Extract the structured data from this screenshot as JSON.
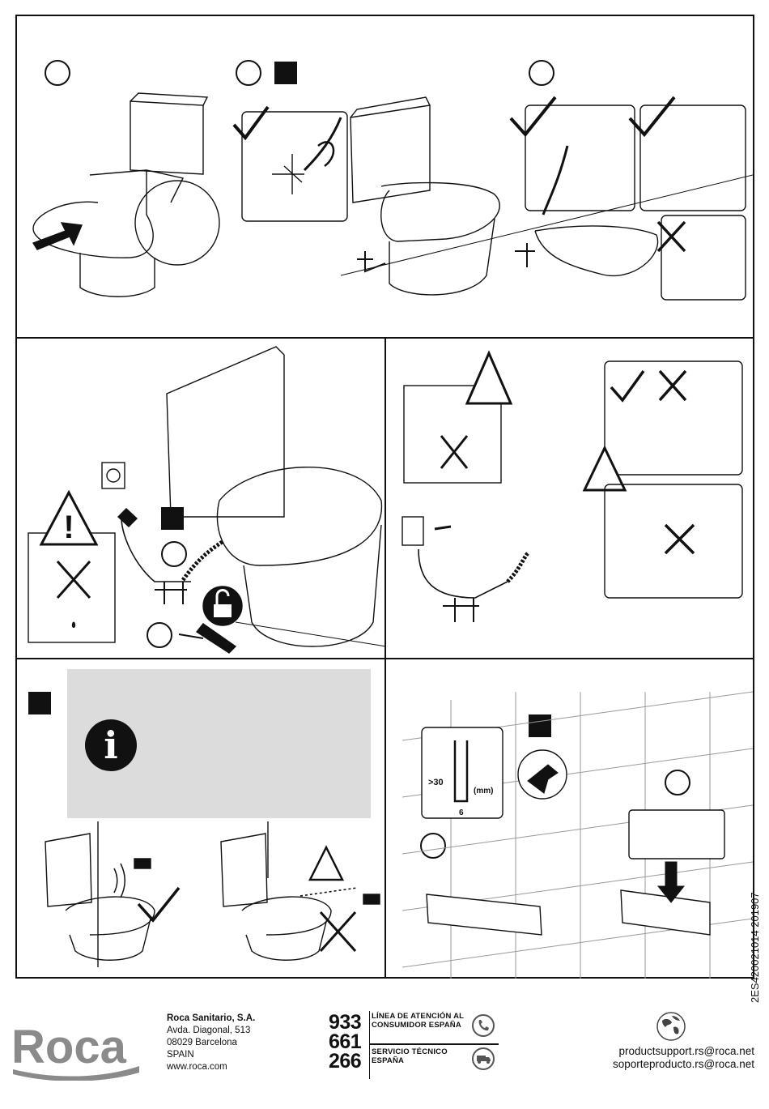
{
  "footer": {
    "brand": "Roca",
    "company": {
      "name": "Roca Sanitario, S.A.",
      "address_line1": "Avda. Diagonal, 513",
      "address_line2": "08029 Barcelona",
      "country": "SPAIN",
      "website": "www.roca.com"
    },
    "phone": [
      "933",
      "661",
      "266"
    ],
    "consumer_line": "LÍNEA DE ATENCIÓN AL CONSUMIDOR ESPAÑA",
    "tech_service": "SERVICIO TÉCNICO ESPAÑA",
    "emails": [
      "productsupport.rs@roca.net",
      "soporteproducto.rs@roca.net"
    ]
  },
  "document_code": "2ES420021014 201907",
  "diagram": {
    "dimension_gt30": ">30",
    "dimension_unit": "(mm)",
    "dimension_6": "6",
    "info_icon": "i",
    "icons": [
      "check-icon",
      "cross-icon",
      "warning-icon",
      "info-icon",
      "padlock-open-icon",
      "drill-icon",
      "phone-icon",
      "van-icon",
      "globe-icon"
    ]
  }
}
